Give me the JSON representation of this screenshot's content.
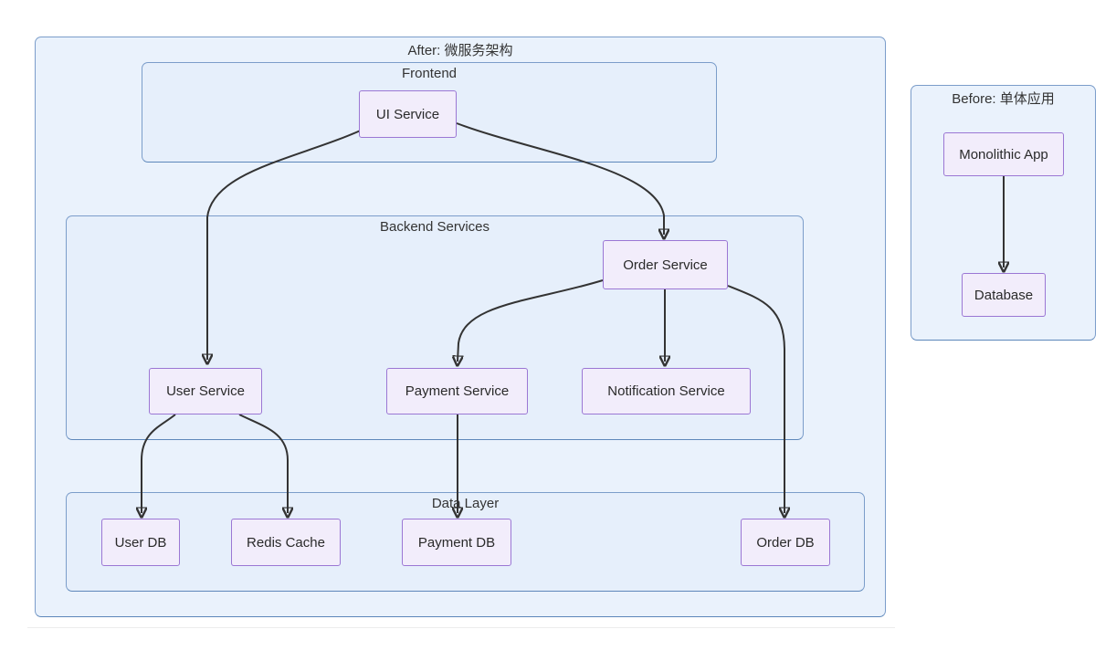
{
  "diagram": {
    "after": {
      "title": "After: 微服务架构",
      "frontend_title": "Frontend",
      "backend_title": "Backend Services",
      "data_layer_title": "Data Layer"
    },
    "before": {
      "title": "Before: 单体应用"
    },
    "nodes": {
      "ui_service": "UI Service",
      "order_service": "Order Service",
      "user_service": "User Service",
      "payment_service": "Payment Service",
      "notification_service": "Notification Service",
      "user_db": "User DB",
      "redis_cache": "Redis Cache",
      "payment_db": "Payment DB",
      "order_db": "Order DB",
      "monolithic_app": "Monolithic App",
      "database": "Database"
    },
    "edges": [
      {
        "from": "UI Service",
        "to": "User Service"
      },
      {
        "from": "UI Service",
        "to": "Order Service"
      },
      {
        "from": "Order Service",
        "to": "Payment Service"
      },
      {
        "from": "Order Service",
        "to": "Notification Service"
      },
      {
        "from": "Order Service",
        "to": "Order DB"
      },
      {
        "from": "User Service",
        "to": "User DB"
      },
      {
        "from": "User Service",
        "to": "Redis Cache"
      },
      {
        "from": "Payment Service",
        "to": "Payment DB"
      },
      {
        "from": "Monolithic App",
        "to": "Database"
      }
    ],
    "colors": {
      "cluster_fill": "#eaf2fc",
      "cluster_border": "#7b9dca",
      "node_fill": "#f2edfb",
      "node_border": "#9b77d4",
      "edge": "#333333",
      "text": "#333333"
    }
  }
}
